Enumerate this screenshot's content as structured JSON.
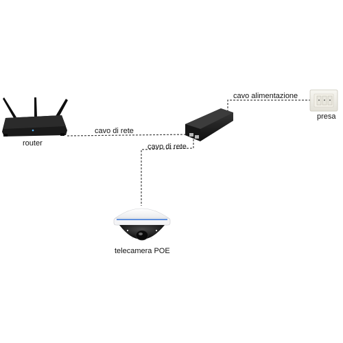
{
  "devices": {
    "router": "router",
    "outlet": "presa",
    "camera": "telecamera POE"
  },
  "cables": {
    "router_to_injector": "cavo di rete",
    "injector_to_camera": "cavo di rete",
    "power": "cavo alimentazione"
  },
  "colors": {
    "cable": "#444444",
    "device_body": "#1a1a1a",
    "label_text": "#111111",
    "camera_accent": "#2f6fd6"
  }
}
